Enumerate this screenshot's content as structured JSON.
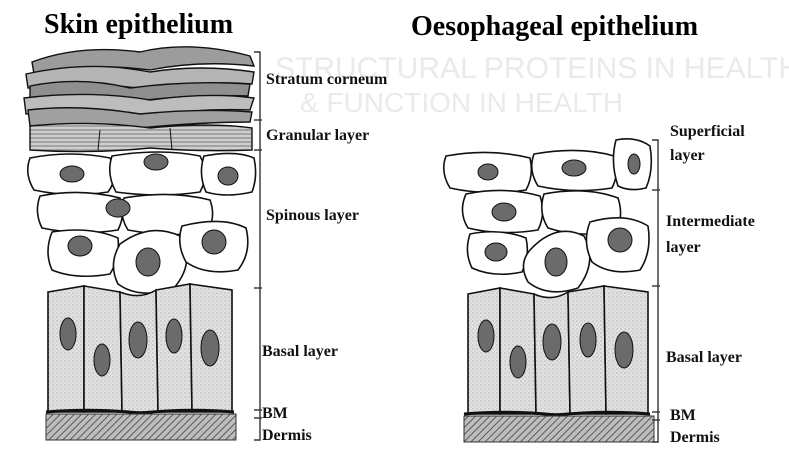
{
  "panels": [
    {
      "title": "Skin epithelium",
      "layers": [
        "Stratum corneum",
        "Granular layer",
        "Spinous layer",
        "Basal layer",
        "BM",
        "Dermis"
      ]
    },
    {
      "title": "Oesophageal epithelium",
      "layers": [
        "Superficial",
        "layer",
        "Intermediate",
        "layer",
        "Basal layer",
        "BM",
        "Dermis"
      ]
    }
  ],
  "colors": {
    "ink": "#111111",
    "nucleus": "#6b6b6b",
    "basal_fill": "#dcdcdc",
    "dermis": "#9a9a9a",
    "corneum": "#a8a8a8",
    "ghost_text": "#e6e6ea"
  }
}
